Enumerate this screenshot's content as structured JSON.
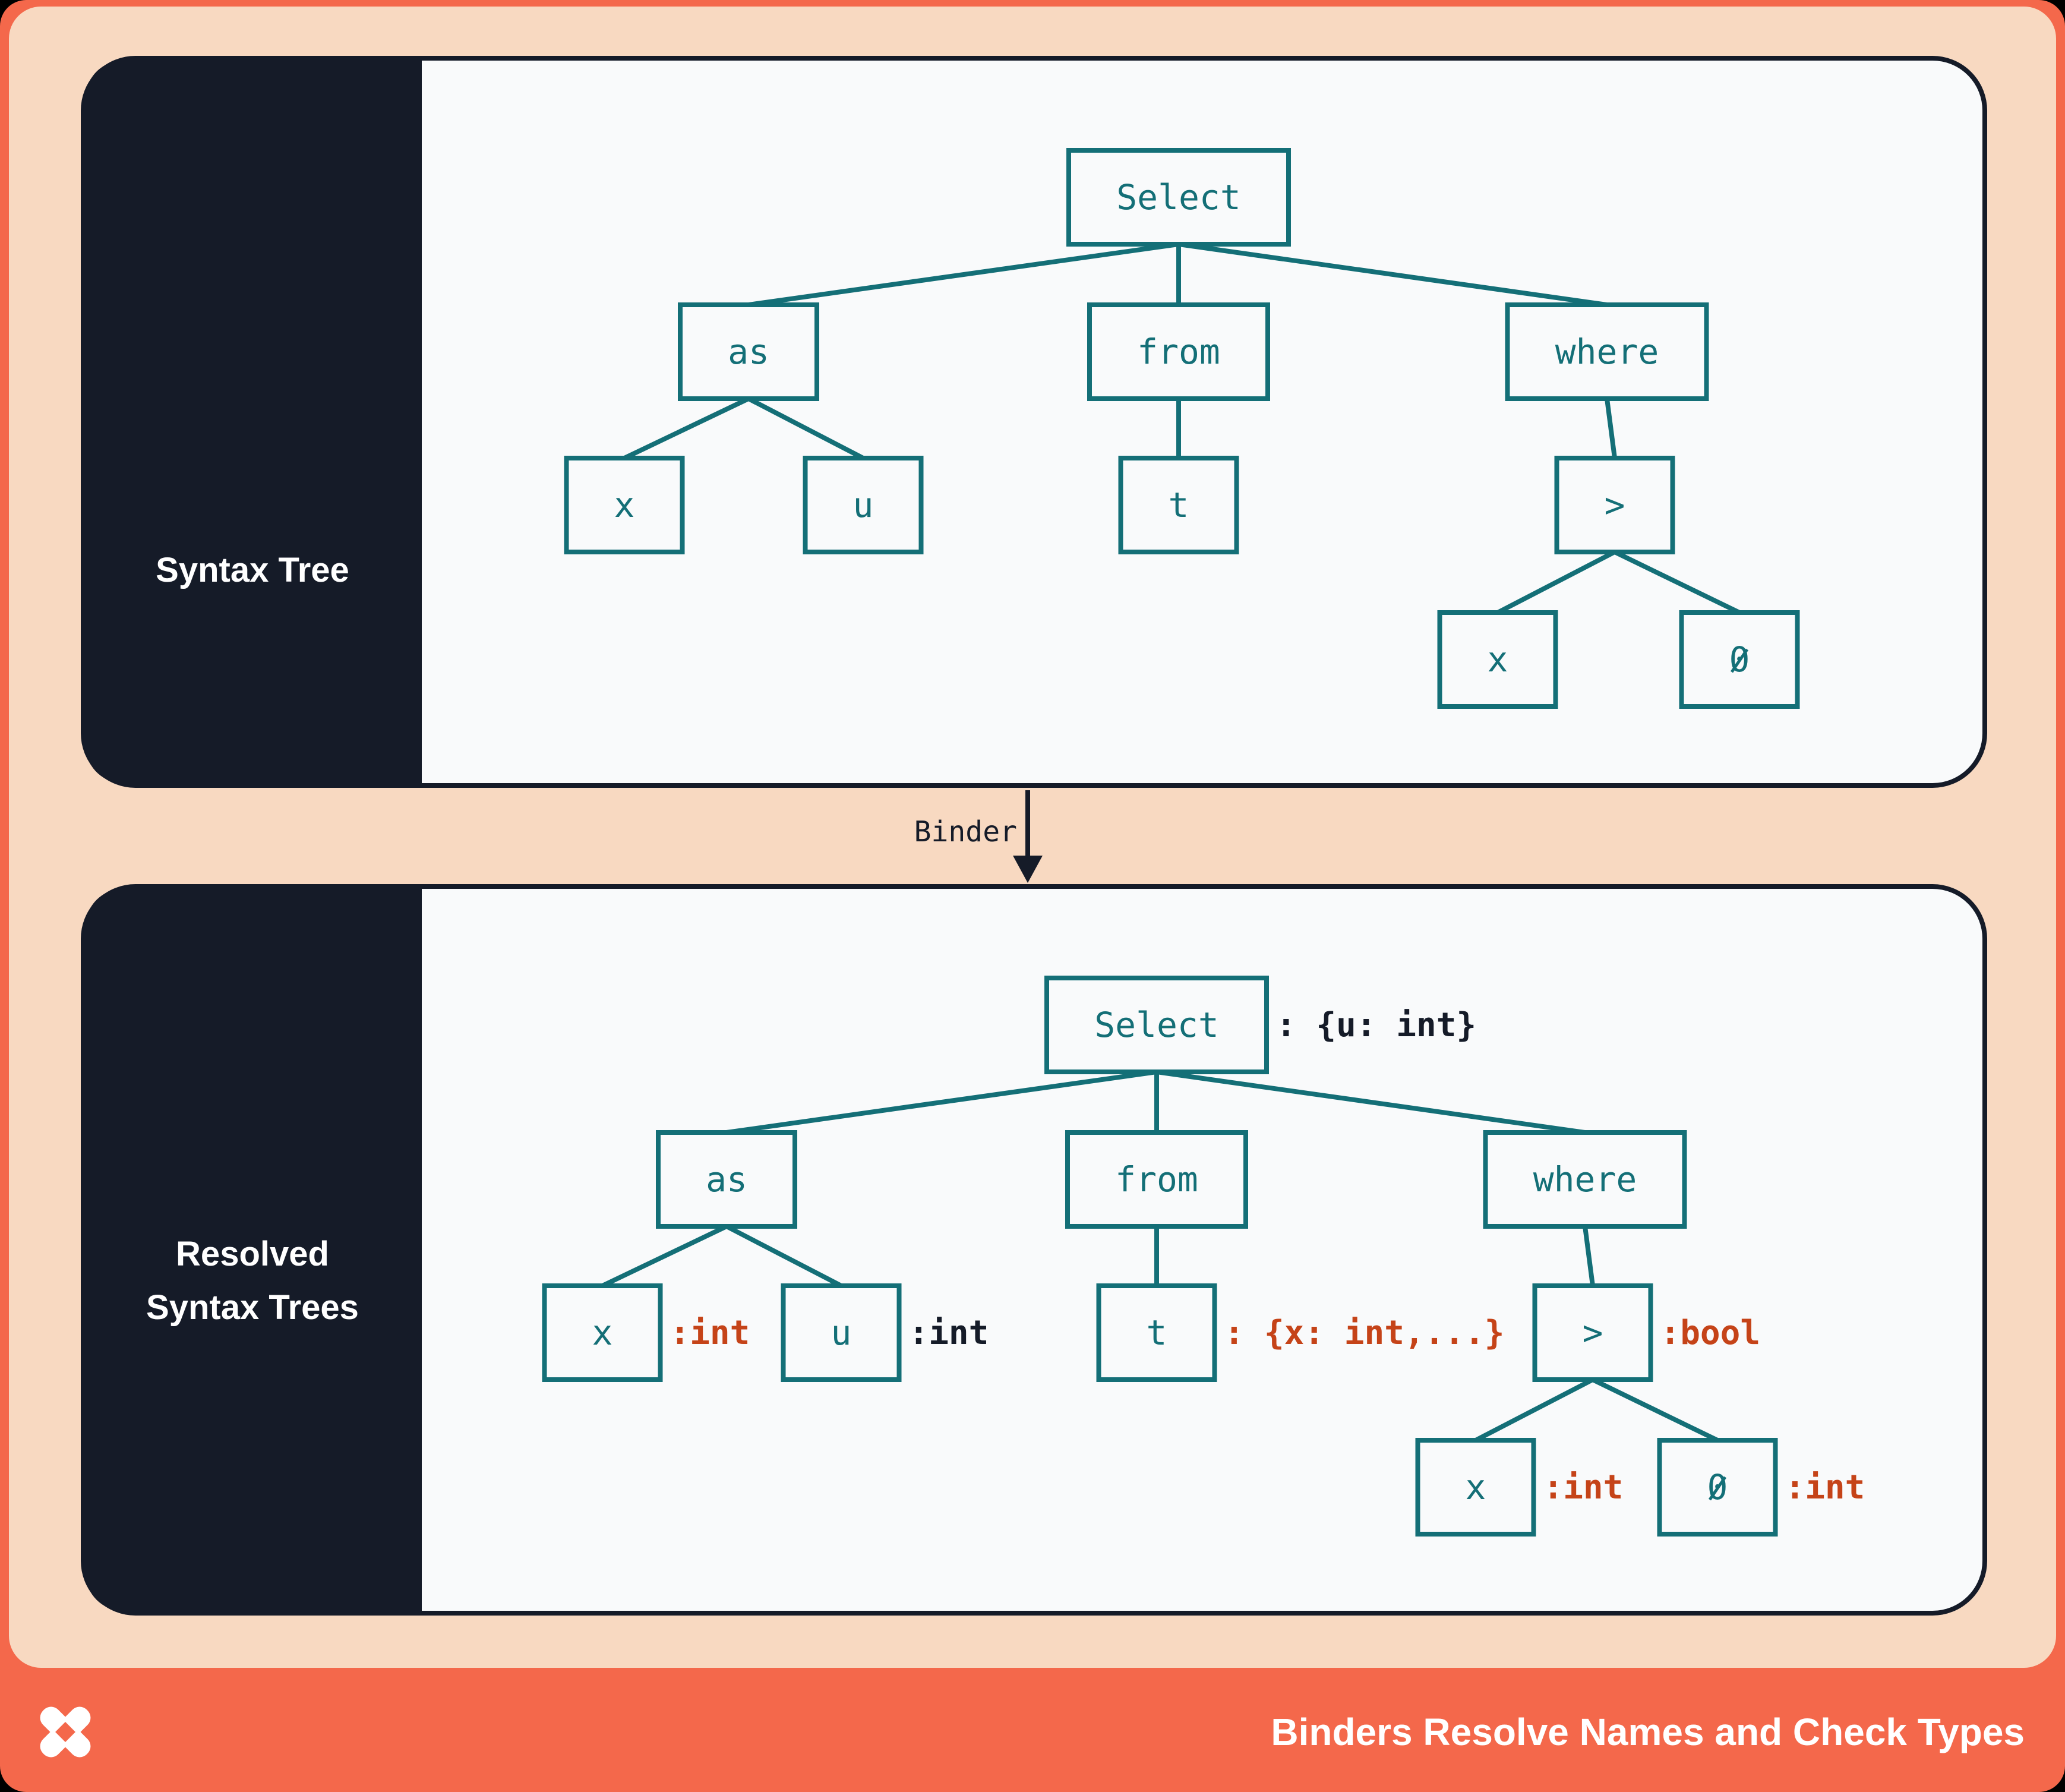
{
  "colors": {
    "coral": "#F4684B",
    "peach": "#F8D9C1",
    "navy": "#151B28",
    "teal": "#146F77",
    "panel_bg": "#F9FAFB",
    "red": "#C54318",
    "white": "#FFFFFF"
  },
  "sidebar": {
    "top_label": "Syntax Tree",
    "bottom_label_line1": "Resolved",
    "bottom_label_line2": "Syntax Trees"
  },
  "binder": {
    "label": "Binder",
    "arrow_icon": "down-arrow-icon"
  },
  "footer": {
    "title": "Binders Resolve Names and Check Types",
    "logo": "pinwheel-x-logo"
  },
  "trees": {
    "top": {
      "name": "Syntax Tree",
      "nodes": [
        {
          "id": "select",
          "label": "Select"
        },
        {
          "id": "as",
          "label": "as"
        },
        {
          "id": "from",
          "label": "from"
        },
        {
          "id": "where",
          "label": "where"
        },
        {
          "id": "x1",
          "label": "x"
        },
        {
          "id": "u",
          "label": "u"
        },
        {
          "id": "t",
          "label": "t"
        },
        {
          "id": "gt",
          "label": ">"
        },
        {
          "id": "x2",
          "label": "x"
        },
        {
          "id": "zero",
          "label": "0"
        }
      ]
    },
    "bottom": {
      "name": "Resolved Syntax Trees",
      "nodes": [
        {
          "id": "select",
          "label": "Select",
          "annotation": ": {u: int}",
          "annotation_style": "dark"
        },
        {
          "id": "as",
          "label": "as"
        },
        {
          "id": "from",
          "label": "from"
        },
        {
          "id": "where",
          "label": "where"
        },
        {
          "id": "x1",
          "label": "x",
          "annotation": ":int",
          "annotation_style": "red"
        },
        {
          "id": "u",
          "label": "u",
          "annotation": ":int",
          "annotation_style": "dark"
        },
        {
          "id": "t",
          "label": "t",
          "annotation": ": {x: int,...}",
          "annotation_style": "red"
        },
        {
          "id": "gt",
          "label": ">",
          "annotation": ":bool",
          "annotation_style": "red"
        },
        {
          "id": "x2",
          "label": "x",
          "annotation": ":int",
          "annotation_style": "red"
        },
        {
          "id": "zero",
          "label": "0",
          "annotation": ":int",
          "annotation_style": "red"
        }
      ]
    }
  }
}
